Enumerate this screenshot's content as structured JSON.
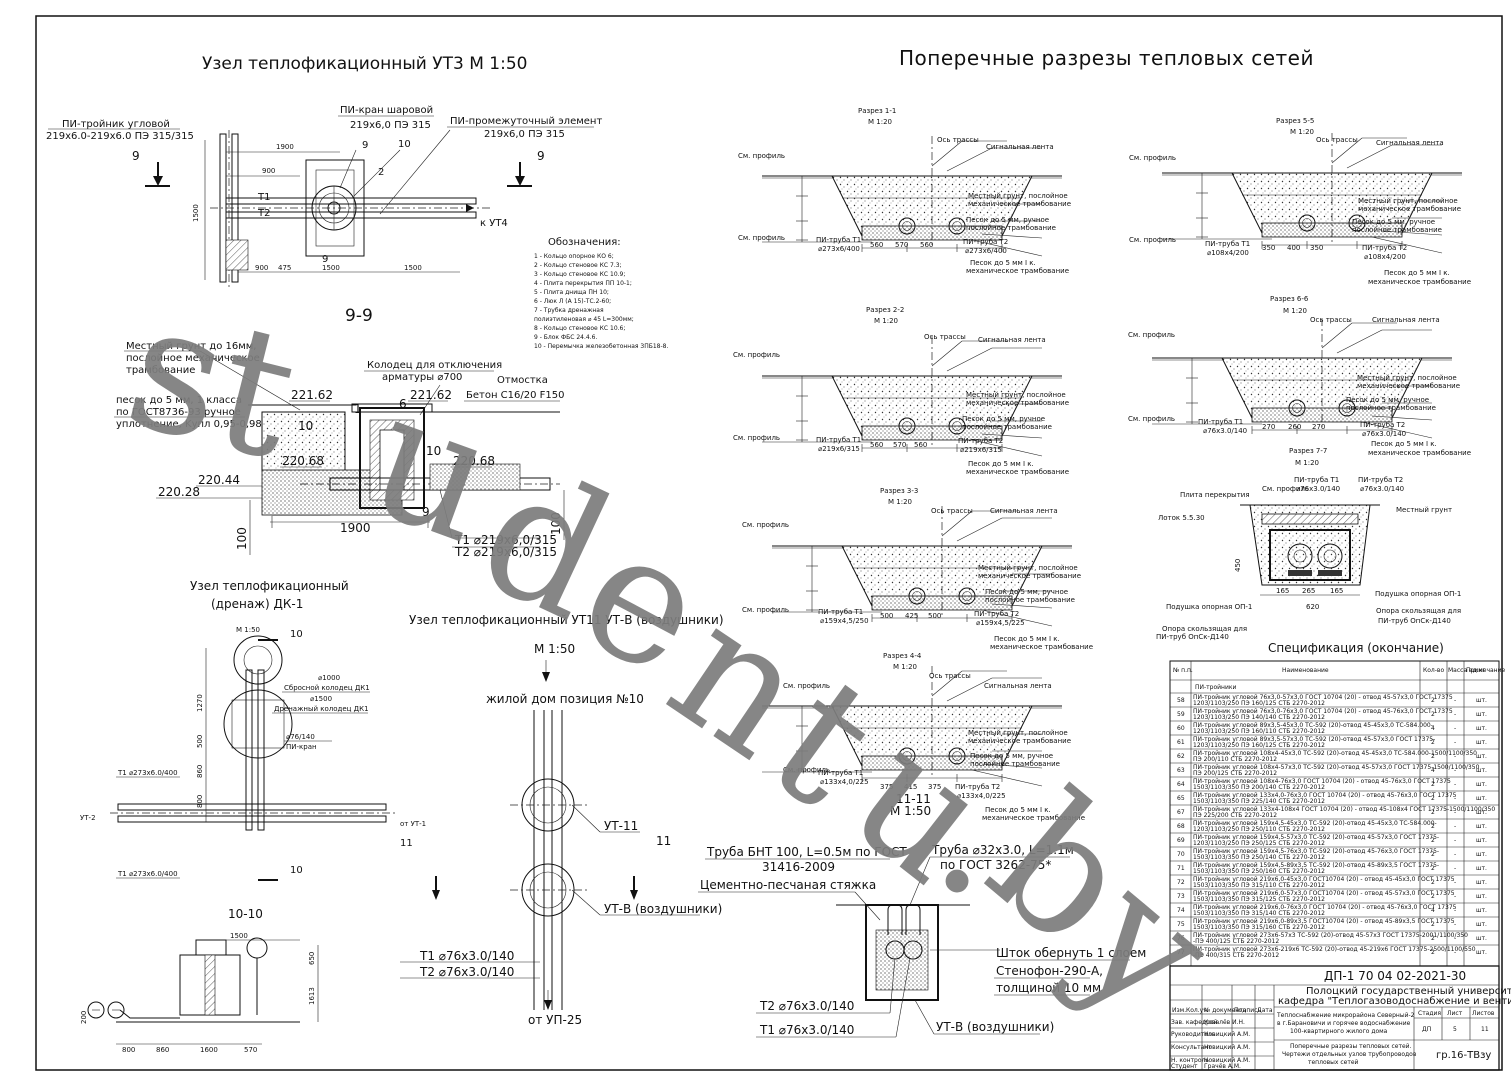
{
  "node_ut3": {
    "title": "Узел теплофикационный УТ3 М 1:50",
    "tee": "ПИ-тройник угловой",
    "tee_spec": "219х6.0-219х6.0 ПЭ 315/315",
    "valve": "ПИ-кран шаровой",
    "valve_spec": "219х6,0 ПЭ 315",
    "element": "ПИ-промежуточный элемент",
    "element_spec": "219х6,0 ПЭ 315",
    "to_ut4": "к УТ4",
    "cut_mark": "9",
    "t1": "Т1",
    "t2": "Т2",
    "dims": [
      "1900",
      "900",
      "1500",
      "475",
      "1500",
      "900",
      "1500"
    ]
  },
  "legend": {
    "title": "Обозначения:",
    "items": [
      "1 - Кольцо опорное КО 6;",
      "2 - Кольцо стеновое КС 7.3;",
      "3 - Кольцо стеновое КС 10.9;",
      "4 - Плита перекрытия ПП 10-1;",
      "5 - Плита днища ПН 10;",
      "6 - Люк Л (А 15)-ТС.2-60;",
      "7 - Трубка дренажная",
      "полиэтиленовая ⌀ 45 L=300мм;",
      "8 - Кольцо стеновое КС 10.6;",
      "9 - Блок ФБС 24.4.6.",
      "10 - Перемычка железобетонная 3ПБ18-8."
    ]
  },
  "section_99": {
    "title": "9-9",
    "soil": "Местный грунт до 16мм,",
    "soil2": "послойное механическое",
    "soil3": "трамбование",
    "sand": "песок до 5 мм, 1 класса",
    "sand2": "по ГОСТ8736-93 ручное",
    "sand3": "уплотнение, Kупл 0,95-0,98",
    "well": "Колодец для отключения",
    "well2": "арматуры ⌀700",
    "apron": "Отмостка",
    "concrete": "Бетон C16/20 F150",
    "elev": [
      "221.62",
      "221.62",
      "220.68",
      "220.68",
      "220.44",
      "220.28"
    ],
    "dims": [
      "1900",
      "100",
      "100"
    ],
    "marks": [
      "10",
      "1",
      "6",
      "10",
      "9"
    ],
    "pipe_t1": "Т1 ⌀219х6,0/315",
    "pipe_t2": "Т2 ⌀219х6,0/315"
  },
  "dk1": {
    "title": "Узел теплофикационный",
    "title2": "(дренаж) ДК-1",
    "scale": "М 1:50",
    "well_a": "⌀1000",
    "well_a2": "Сбросной колодец ДК1",
    "well_b": "⌀1500",
    "well_b2": "Дренажный колодец ДК1",
    "pipe_sm": "⌀76/140",
    "valve": "ПИ-кран",
    "t1": "Т1 ⌀273х6.0/400",
    "t1b": "Т1 ⌀273х6.0/400",
    "ut2": "УТ-2",
    "from_ut1": "от УТ-1",
    "mark10": "10",
    "mark11": "11",
    "dims": [
      "1270",
      "500",
      "860",
      "500",
      "800"
    ]
  },
  "section_1010": {
    "title": "10-10",
    "dims": [
      "1500",
      "650",
      "1613",
      "800",
      "860",
      "1600",
      "570",
      "200"
    ]
  },
  "ut11": {
    "title": "Узел теплофикационный УТ11 УТ-В (воздушники)",
    "scale": "М 1:50",
    "house": "жилой дом позиция №10",
    "ut11_label": "УТ-11",
    "utv_label": "УТ-В (воздушники)",
    "t1": "Т1 ⌀76х3.0/140",
    "t2": "Т2 ⌀76х3.0/140",
    "from_up25": "от УП-25",
    "mark": "11"
  },
  "vent_detail": {
    "pipe_bnt": "Труба БНТ 100, L=0.5м по ГОСТ",
    "pipe_bnt2": "31416-2009",
    "screed": "Цементно-песчаная стяжка",
    "pipe32": "Труба ⌀32х3.0, L=1.1м",
    "pipe32b": "по ГОСТ 3262-75*",
    "wrap1": "Шток обернуть 1 слоем",
    "wrap2": "Стенофон-290-А,",
    "wrap3": "толщиной 10 мм",
    "t2": "Т2 ⌀76х3.0/140",
    "t1": "Т1 ⌀76х3.0/140",
    "utv": "УТ-В (воздушники)"
  },
  "cross_sections": {
    "title": "Поперечные разрезы тепловых сетей",
    "common": {
      "axis": "Ось трассы",
      "tape": "Сигнальная лента",
      "soil": "Местный грунт, послойное",
      "soil2": "механическое трамбование",
      "sand": "Песок до 5 мм, ручное",
      "sand2": "послойное трамбование",
      "sandk": "Песок до 5 мм I к.",
      "sandk2": "механическое трамбование",
      "profile": "См. профиль"
    },
    "s1": {
      "title": "Разрез 1-1",
      "scale": "М 1:20",
      "t1": "ПИ-труба Т1",
      "t1d": "⌀273х6/400",
      "t2": "ПИ-труба Т2",
      "t2d": "⌀273х6/400",
      "dims": [
        "560",
        "570",
        "560"
      ]
    },
    "s2": {
      "title": "Разрез 2-2",
      "scale": "М 1:20",
      "t1": "ПИ-труба Т1",
      "t1d": "⌀219х6/315",
      "t2": "ПИ-труба Т2",
      "t2d": "⌀219х6/315",
      "dims": [
        "560",
        "570",
        "560"
      ]
    },
    "s3": {
      "title": "Разрез 3-3",
      "scale": "М 1:20",
      "t1": "ПИ-труба Т1",
      "t1d": "⌀159х4,5/250",
      "t2": "ПИ-труба Т2",
      "t2d": "⌀159х4,5/225",
      "dims": [
        "500",
        "425",
        "500"
      ]
    },
    "s4": {
      "title": "Разрез 4-4",
      "scale": "М 1:20",
      "t1": "ПИ-труба Т1",
      "t1d": "⌀133х4,0/225",
      "t2": "ПИ-труба Т2",
      "t2d": "⌀133х4,0/225",
      "dims": [
        "375",
        "415",
        "375"
      ],
      "sub": "11-11",
      "subscale": "М 1:50"
    },
    "s5": {
      "title": "Разрез 5-5",
      "scale": "М 1:20",
      "t1": "ПИ-труба Т1",
      "t1d": "⌀108х4/200",
      "t2": "ПИ-труба Т2",
      "t2d": "⌀108х4/200",
      "dims": [
        "350",
        "400",
        "350"
      ]
    },
    "s6": {
      "title": "Разрез 6-6",
      "scale": "М 1:20",
      "t1": "ПИ-труба Т1",
      "t1d": "⌀76х3.0/140",
      "t2": "ПИ-труба Т2",
      "t2d": "⌀76х3.0/140",
      "dims": [
        "270",
        "260",
        "270"
      ]
    },
    "s7": {
      "title": "Разрез 7-7",
      "scale": "М 1:20",
      "t1": "ПИ-труба Т1",
      "t1d": "⌀76х3.0/140",
      "t2": "ПИ-труба Т2",
      "t2d": "⌀76х3.0/140",
      "slab": "Плита перекрытия",
      "tray": "Лоток 5.5.30",
      "local": "Местный грунт",
      "pad": "Подушка опорная ОП-1",
      "pad2": "Подушка опорная ОП-1",
      "slide": "Опора скользящая для",
      "slide2": "ПИ-труб ОпСк-Д140",
      "slideb": "Опора скользящая для",
      "slideb2": "ПИ-труб ОпСк-Д140",
      "dims": [
        "165",
        "265",
        "165",
        "620",
        "450"
      ]
    }
  },
  "specification": {
    "title": "Спецификация (окончание)",
    "headers": [
      "№ п.п.",
      "Наименование",
      "Кол-во",
      "Масса ед.кг",
      "Примечание"
    ],
    "group": "ПИ-тройники",
    "rows": [
      {
        "n": "58",
        "name": "ПИ-тройник угловой 76х3,0-57х3,0 ГОСТ 10704 (20) - отвод 45-57х3,0 ГОСТ 17375",
        "name2": "1203/1103/250 ПЭ 160/125 СТБ 2270-2012",
        "q": "2",
        "m": "-",
        "u": "шт."
      },
      {
        "n": "59",
        "name": "ПИ-тройник угловой 76х3,0-76х3,0 ГОСТ 10704 (20) - отвод 45-76х3,0 ГОСТ 17375",
        "name2": "1203/1103/250 ПЭ 140/140 СТБ 2270-2012",
        "q": "2",
        "m": "-",
        "u": "шт."
      },
      {
        "n": "60",
        "name": "ПИ-тройник угловой 89х3,5-45х3,0 ТС-592 (20)-отвод 45-45х3,0 ТС-584.000-",
        "name2": "1203/1103/250 ПЭ 160/110 СТБ 2270-2012",
        "q": "4",
        "m": "-",
        "u": "шт."
      },
      {
        "n": "61",
        "name": "ПИ-тройник угловой 89х3,5-57х3,0 ТС-592 (20)-отвод 45-57х3,0 ГОСТ 17375-",
        "name2": "1203/1103/250 ПЭ 160/125 СТБ 2270-2012",
        "q": "2",
        "m": "-",
        "u": "шт."
      },
      {
        "n": "62",
        "name": "ПИ-тройник угловой 108х4-45х3,0 ТС-592 (20)-отвод 45-45х3,0 ТС-584.000-1500/1100/350",
        "name2": "ПЭ 200/110 СТБ 2270-2012",
        "q": "2",
        "m": "-",
        "u": "шт."
      },
      {
        "n": "63",
        "name": "ПИ-тройник угловой 108х4-57х3,0 ТС-592 (20)-отвод 45-57х3,0 ГОСТ 17375-1500/1100/350",
        "name2": "ПЭ 200/125 СТБ 2270-2012",
        "q": "4",
        "m": "-",
        "u": "шт."
      },
      {
        "n": "64",
        "name": "ПИ-тройник угловой 108х4-76х3,0 ГОСТ 10704 (20) - отвод 45-76х3,0 ГОСТ 17375",
        "name2": "1503/1103/350 ПЭ 200/140 СТБ 2270-2012",
        "q": "2",
        "m": "-",
        "u": "шт."
      },
      {
        "n": "65",
        "name": "ПИ-тройник угловой 133х4,0-76х3,0 ГОСТ 10704 (20) - отвод 45-76х3,0 ГОСТ 17375",
        "name2": "1503/1103/350 ПЭ 225/140 СТБ 2270-2012",
        "q": "2",
        "m": "-",
        "u": "шт."
      },
      {
        "n": "67",
        "name": "ПИ-тройник угловой 133х4-108х4 ГОСТ 10704 (20) - отвод 45-108х4 ГОСТ 17375-1500/1100/350",
        "name2": "ПЭ 225/200 СТБ 2270-2012",
        "q": "2",
        "m": "-",
        "u": "шт."
      },
      {
        "n": "68",
        "name": "ПИ-тройник угловой 159х4,5-45х3,0 ТС-592 (20)-отвод 45-45х3,0 ТС-584.000-",
        "name2": "1203/1103/250 ПЭ 250/110 СТБ 2270-2012",
        "q": "2",
        "m": "-",
        "u": "шт."
      },
      {
        "n": "69",
        "name": "ПИ-тройник угловой 159х4,5-57х3,0 ТС-592 (20)-отвод 45-57х3,0 ГОСТ 17375-",
        "name2": "1203/1103/250 ПЭ 250/125 СТБ 2270-2012",
        "q": "2",
        "m": "-",
        "u": "шт."
      },
      {
        "n": "70",
        "name": "ПИ-тройник угловой 159х4,5-76х3,0 ТС-592 (20)-отвод 45-76х3,0 ГОСТ 17375-",
        "name2": "1503/1103/350 ПЭ 250/140 СТБ 2270-2012",
        "q": "2",
        "m": "-",
        "u": "шт."
      },
      {
        "n": "71",
        "name": "ПИ-тройник угловой 159х4,5-89х3,5 ТС-592 (20)-отвод 45-89х3,5 ГОСТ 17375-",
        "name2": "1503/1103/350 ПЭ 250/160 СТБ 2270-2012",
        "q": "2",
        "m": "-",
        "u": "шт."
      },
      {
        "n": "72",
        "name": "ПИ-тройник угловой 219х6,0-45х3,0 ГОСТ10704 (20) - отвод 45-45х3,0 ГОСТ 17375",
        "name2": "1503/1103/350 ПЭ 315/110 СТБ 2270-2012",
        "q": "2",
        "m": "-",
        "u": "шт."
      },
      {
        "n": "73",
        "name": "ПИ-тройник угловой 219х6,0-57х3,0 ГОСТ10704 (20) - отвод 45-57х3,0 ГОСТ 17375",
        "name2": "1503/1103/350 ПЭ 315/125 СТБ 2270-2012",
        "q": "2",
        "m": "-",
        "u": "шт."
      },
      {
        "n": "74",
        "name": "ПИ-тройник угловой 219х6,0-76х3,0 ГОСТ 10704 (20) - отвод 45-76х3,0 ГОСТ 17375",
        "name2": "1503/1103/350 ПЭ 315/140 СТБ 2270-2012",
        "q": "4",
        "m": "-",
        "u": "шт."
      },
      {
        "n": "75",
        "name": "ПИ-тройник угловой 219х6,0-89х3,5 ГОСТ10704 (20) - отвод 45-89х3,5 ГОСТ 17375",
        "name2": "1503/1103/350 ПЭ 315/160 СТБ 2270-2012",
        "q": "2",
        "m": "-",
        "u": "шт."
      },
      {
        "n": "76",
        "name": "ПИ-тройник угловой 273х6-57х3 ТС-592 (20)-отвод 45-57х3 ГОСТ 17375-2001/1100/350",
        "name2": "-ПЭ 400/125 СТБ 2270-2012",
        "q": "2",
        "m": "-",
        "u": "шт."
      },
      {
        "n": "77",
        "name": "ПИ-тройник угловой 273х6-219х6 ТС-592 (20)-отвод 45-219х6 ГОСТ 17375-2500/1100/550",
        "name2": "-ПЭ 400/315 СТБ 2270-2012",
        "q": "2",
        "m": "-",
        "u": "шт."
      }
    ]
  },
  "title_block": {
    "code": "ДП-1 70 04 02-2021-30",
    "org1": "Полоцкий государственный университет,",
    "org2": "кафедра \"Теплогазоводоснабжение и вентиляция\"",
    "cols": [
      "Изм.",
      "Кол.уч",
      "Лист",
      "№ документа",
      "Подпись",
      "Дата"
    ],
    "roles": [
      "Зав. кафедрой",
      "Руководитель",
      "Консультант",
      "Н. контроль",
      "Студент"
    ],
    "names": [
      "Ковалёв И.Н.",
      "Новицкий А.М.",
      "Новицкий А.М.",
      "Новицкий А.М.",
      "Грачёв А.М."
    ],
    "project1": "Теплоснабжение микрорайона Северный-2",
    "project2": "в г.Барановичи и горячее водоснабжение",
    "project3": "100-квартирного жилого дома",
    "stage_h": "Стадия",
    "sheet_h": "Лист",
    "sheets_h": "Листов",
    "stage": "ДП",
    "sheet": "5",
    "sheets": "11",
    "drawing1": "Поперечные разрезы тепловых сетей.",
    "drawing2": "Чертежи отдельных узлов трубопроводов",
    "drawing3": "тепловых сетей",
    "group": "гр.16-ТВзу"
  },
  "watermark": [
    "st",
    "u",
    "d",
    "e",
    "n",
    "t",
    "u",
    ".",
    "b",
    "y"
  ]
}
